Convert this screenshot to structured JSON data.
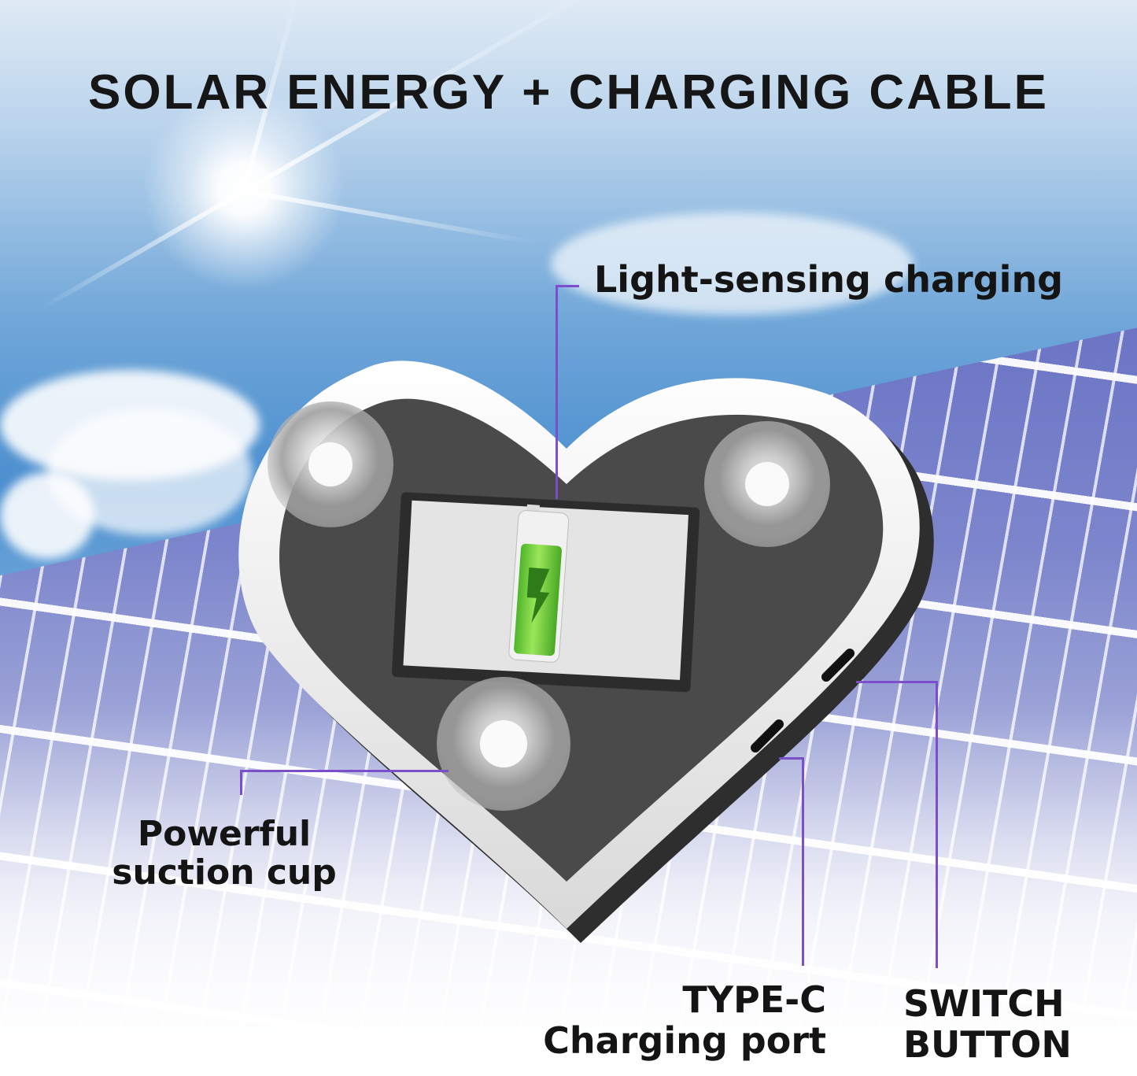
{
  "title": "SOLAR ENERGY + CHARGING CABLE",
  "callouts": {
    "light_sensing": "Light-sensing charging",
    "suction_line1": "Powerful",
    "suction_line2": "suction cup",
    "type_c_line1": "TYPE-C",
    "type_c_line2": "Charging port",
    "switch_line1": "SWITCH",
    "switch_line2": "BUTTON"
  },
  "colors": {
    "callout_line": "#7b4fc9",
    "battery_green": "#6fd23a",
    "heart_rim": "#f4f4f4",
    "heart_body": "#4a4a4a"
  }
}
